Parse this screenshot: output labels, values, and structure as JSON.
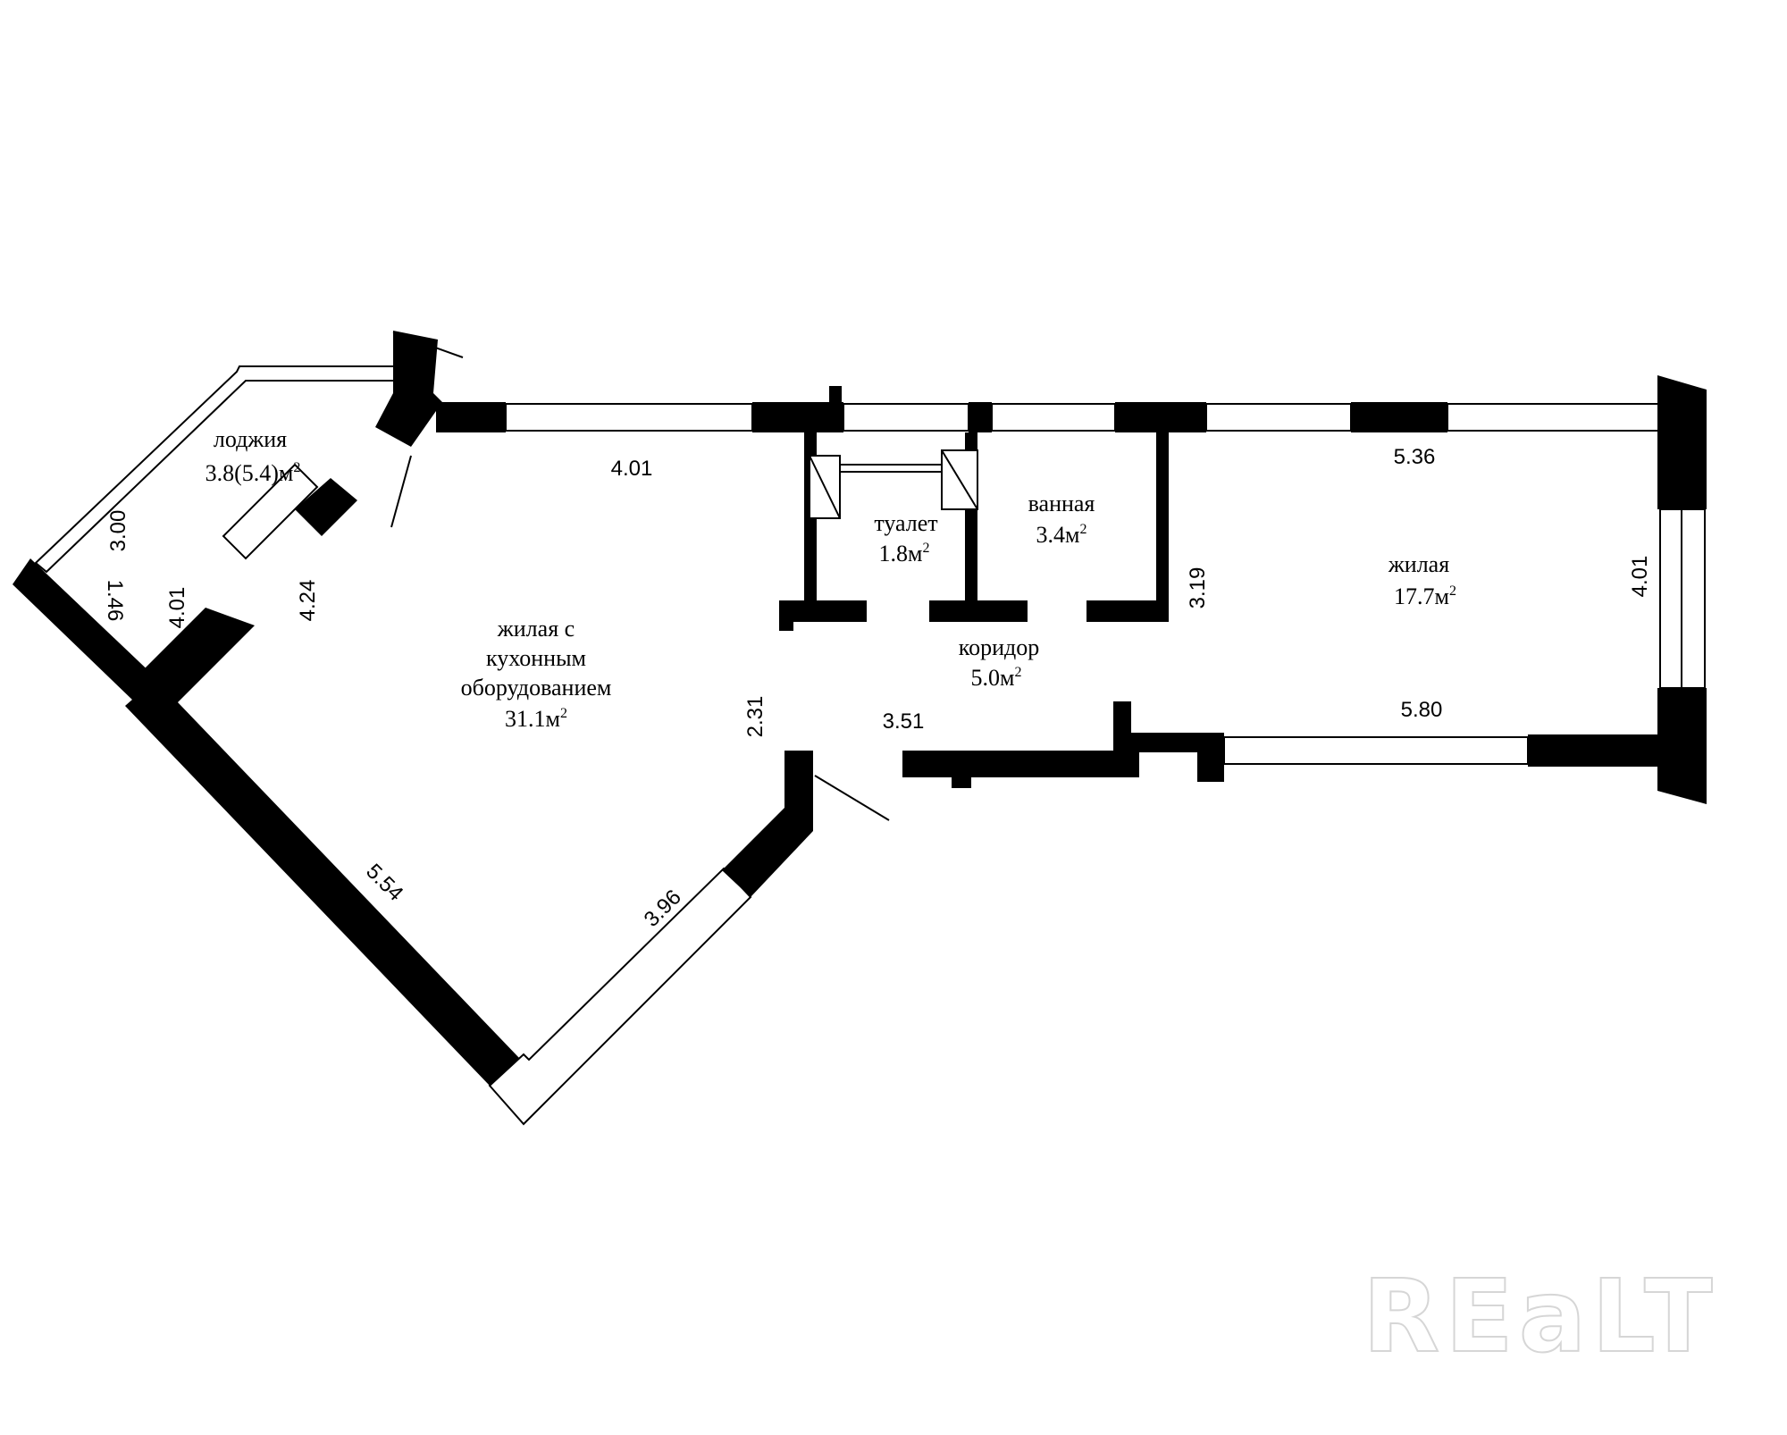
{
  "rooms": {
    "loggia": {
      "name": "лоджия",
      "area": "3.8(5.4)м",
      "sup": "2"
    },
    "kitchen": {
      "line1": "жилая с",
      "line2": "кухонным",
      "line3": "оборудованием",
      "area": "31.1м",
      "sup": "2"
    },
    "toilet": {
      "name": "туалет",
      "area": "1.8м",
      "sup": "2"
    },
    "bathroom": {
      "name": "ванная",
      "area": "3.4м",
      "sup": "2"
    },
    "corridor": {
      "name": "коридор",
      "area": "5.0м",
      "sup": "2"
    },
    "living": {
      "name": "жилая",
      "area": "17.7м",
      "sup": "2"
    }
  },
  "dimensions": {
    "loggia_outer": "3.00",
    "loggia_short": "1.46",
    "loggia_inner": "4.01",
    "loggia_window": "4.24",
    "kitchen_top": "4.01",
    "kitchen_diagonal": "5.54",
    "kitchen_window": "3.96",
    "kitchen_side": "2.31",
    "corridor_bottom": "3.51",
    "bath_side": "3.19",
    "living_top": "5.36",
    "living_right": "4.01",
    "living_bottom": "5.80"
  },
  "watermark": "REaLT"
}
